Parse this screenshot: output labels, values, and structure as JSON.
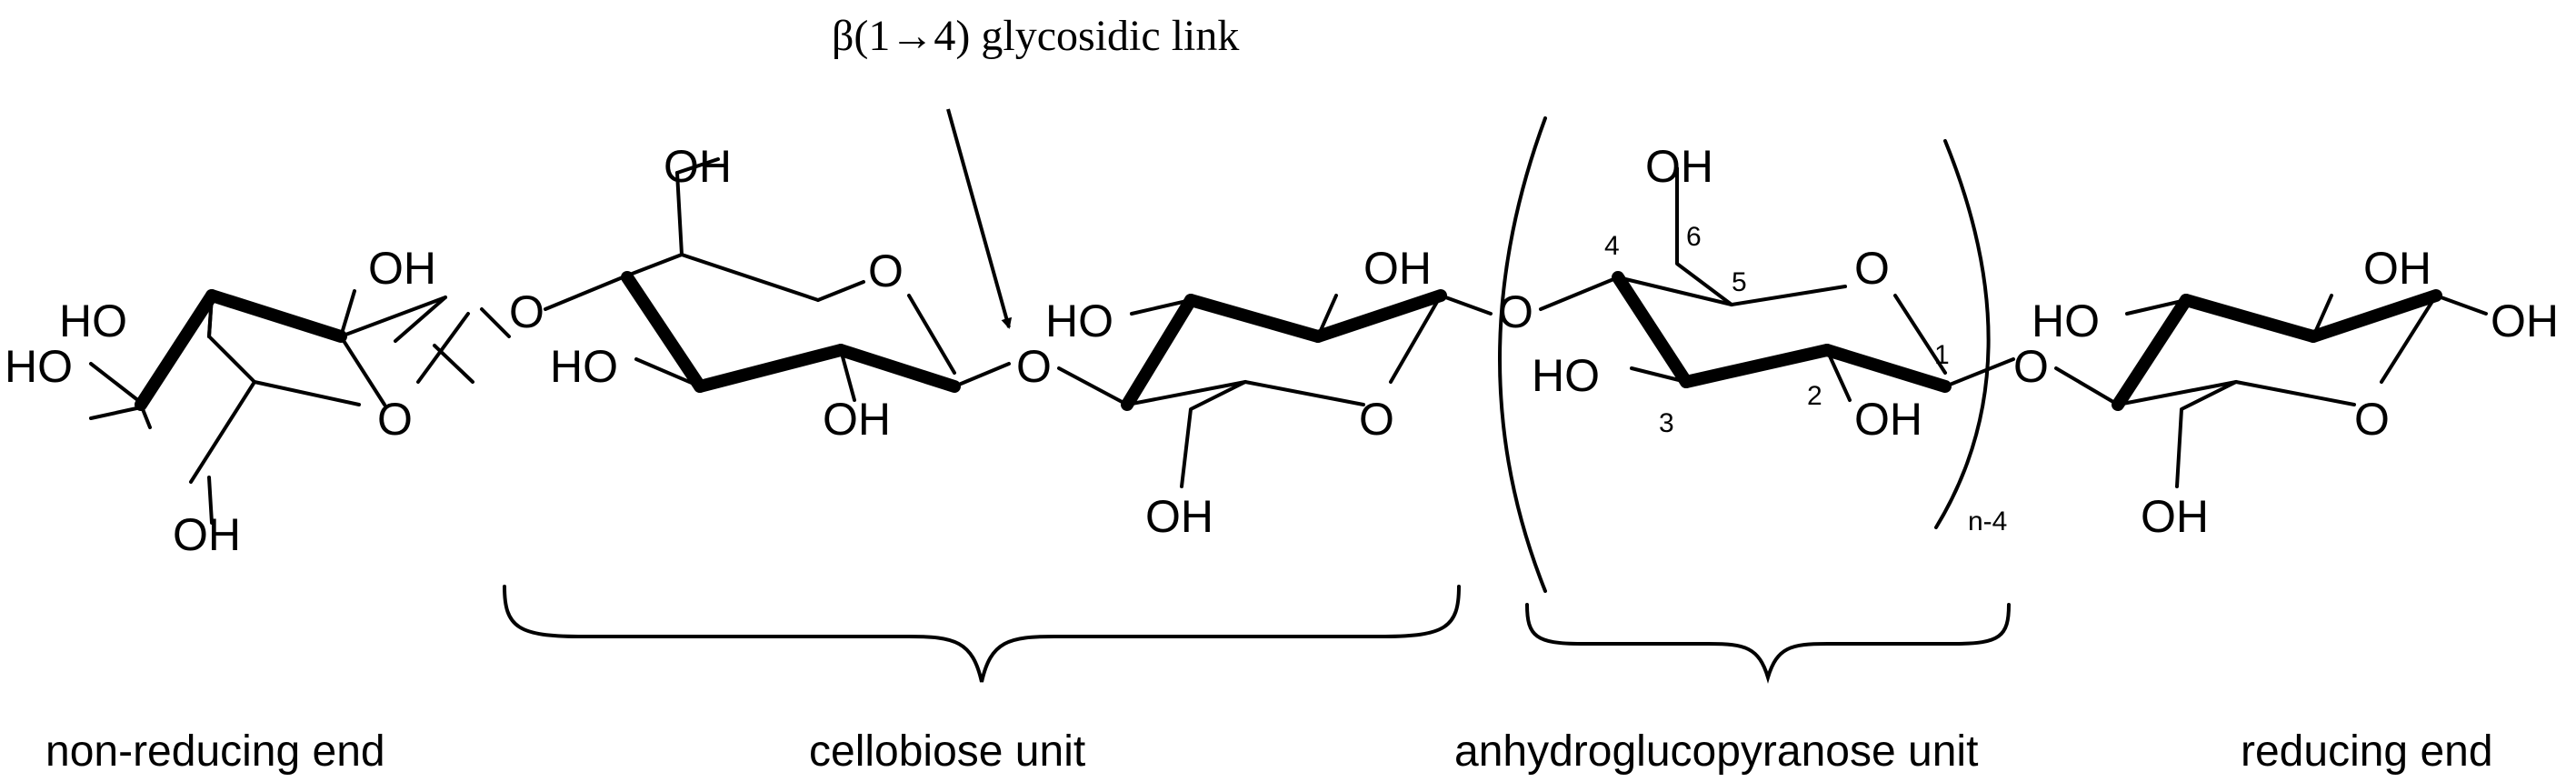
{
  "atoms": {
    "oh": "OH",
    "ho": "HO",
    "o": "O"
  },
  "annotations": {
    "link": "β(1→4) glycosidic link",
    "repeat_count": "n-4"
  },
  "carbon_numbers": [
    "1",
    "2",
    "3",
    "4",
    "5",
    "6"
  ],
  "labels": {
    "non_reducing_end": "non-reducing end",
    "cellobiose_unit": "cellobiose unit",
    "anhydroglucopyranose_unit": "anhydroglucopyranose unit",
    "reducing_end": "reducing end"
  }
}
